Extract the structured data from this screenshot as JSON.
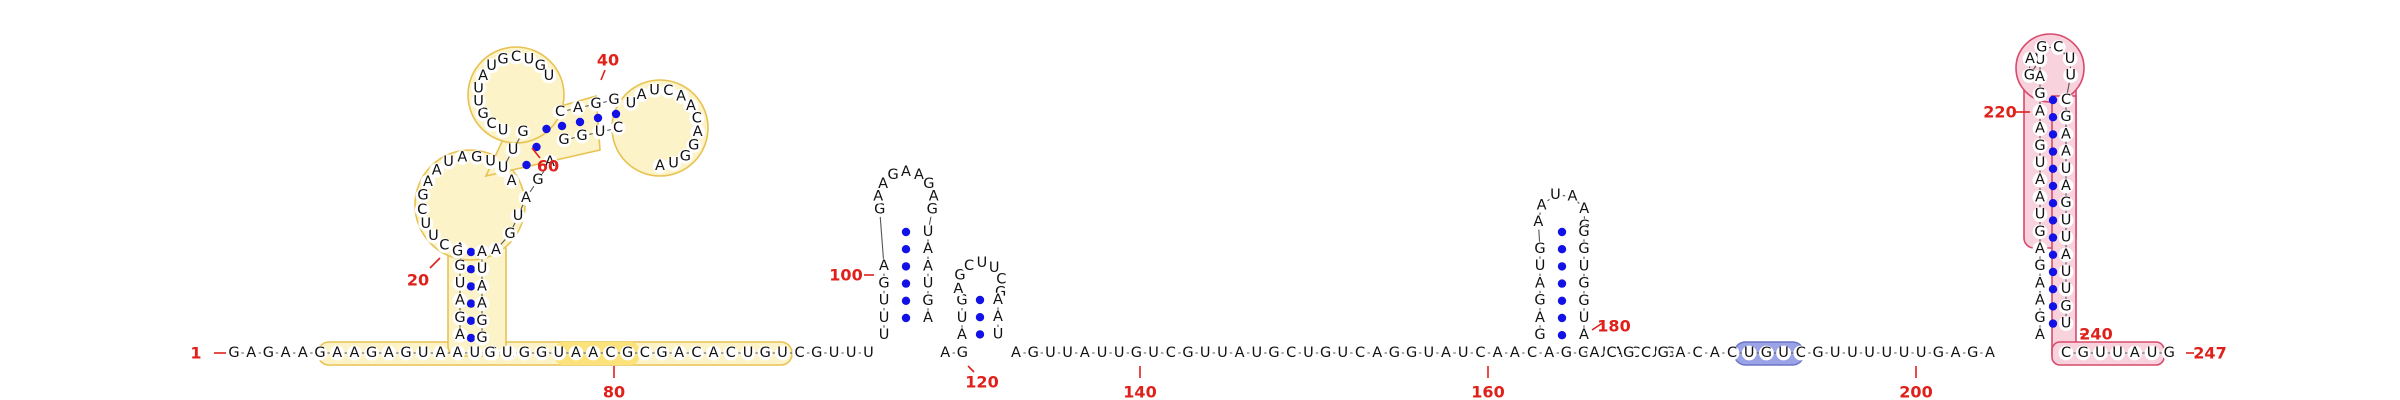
{
  "sequence": "GAGAAGAAGAGUAAUGAAGAUGAGCUUCGAAUAGUUAUUGUCGUUAUGCUGUCAGGUAUCAACAGGUACUGGAGAUGAAUAAGGGUGGUAACGCGACACUGUCGUUUUUU",
  "length": 247,
  "position_labels": [
    {
      "label": "1"
    },
    {
      "label": "20"
    },
    {
      "label": "40"
    },
    {
      "label": "60"
    },
    {
      "label": "80"
    },
    {
      "label": "100"
    },
    {
      "label": "120"
    },
    {
      "label": "140"
    },
    {
      "label": "160"
    },
    {
      "label": "180"
    },
    {
      "label": "200"
    },
    {
      "label": "220"
    },
    {
      "label": "240"
    },
    {
      "label": "247"
    }
  ],
  "colors": {
    "yellow_fill": "#fdf3c8",
    "yellow_stroke": "#e8c252",
    "yellow_bright": "#fbe27a",
    "blue_fill": "#9aa3e6",
    "blue_stroke": "#6b74c9",
    "pink_fill": "#f8d2dc",
    "pink_stroke": "#d84a6c",
    "pair_dot": "#1212e6",
    "number": "#e0201a"
  }
}
